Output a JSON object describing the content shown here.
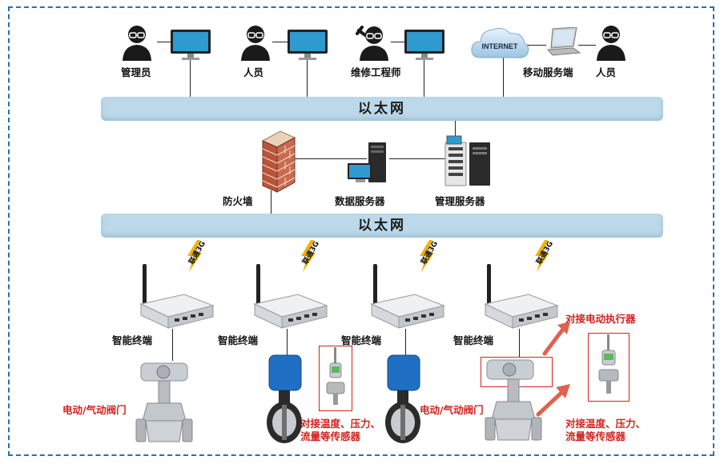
{
  "network": {
    "top_bar_label": "以太网",
    "bottom_bar_label": "以太网",
    "internet_label": "INTERNET"
  },
  "top_row": {
    "admin_label": "管理员",
    "staff_label": "人员",
    "maintenance_label": "维修工程师",
    "mobile_service_label": "移动服务端",
    "mobile_staff_label": "人员"
  },
  "middle_row": {
    "firewall_label": "防火墙",
    "data_server_label": "数据服务器",
    "mgmt_server_label": "管理服务器"
  },
  "terminals": {
    "terminal_label": "智能终端",
    "signal_label": "联通3G",
    "items": [
      {
        "label": "智能终端",
        "signal": "联通3G"
      },
      {
        "label": "智能终端",
        "signal": "联通3G"
      },
      {
        "label": "智能终端",
        "signal": "联通3G"
      },
      {
        "label": "智能终端",
        "signal": "联通3G"
      }
    ]
  },
  "annotations": {
    "valve_label_1": "电动/气动阀门",
    "sensor_label_1_line1": "对接温度、压力、",
    "sensor_label_1_line2": "流量等传感器",
    "valve_label_2": "电动/气动阀门",
    "actuator_label": "对接电动执行器",
    "sensor_label_2_line1": "对接温度、压力、",
    "sensor_label_2_line2": "流量等传感器"
  },
  "colors": {
    "frame": "#2a6fb5",
    "bar": "#bcd9ea",
    "annotation": "#d2231f",
    "signal": "#f0b400",
    "actuator_blue": "#1f6fc4"
  }
}
